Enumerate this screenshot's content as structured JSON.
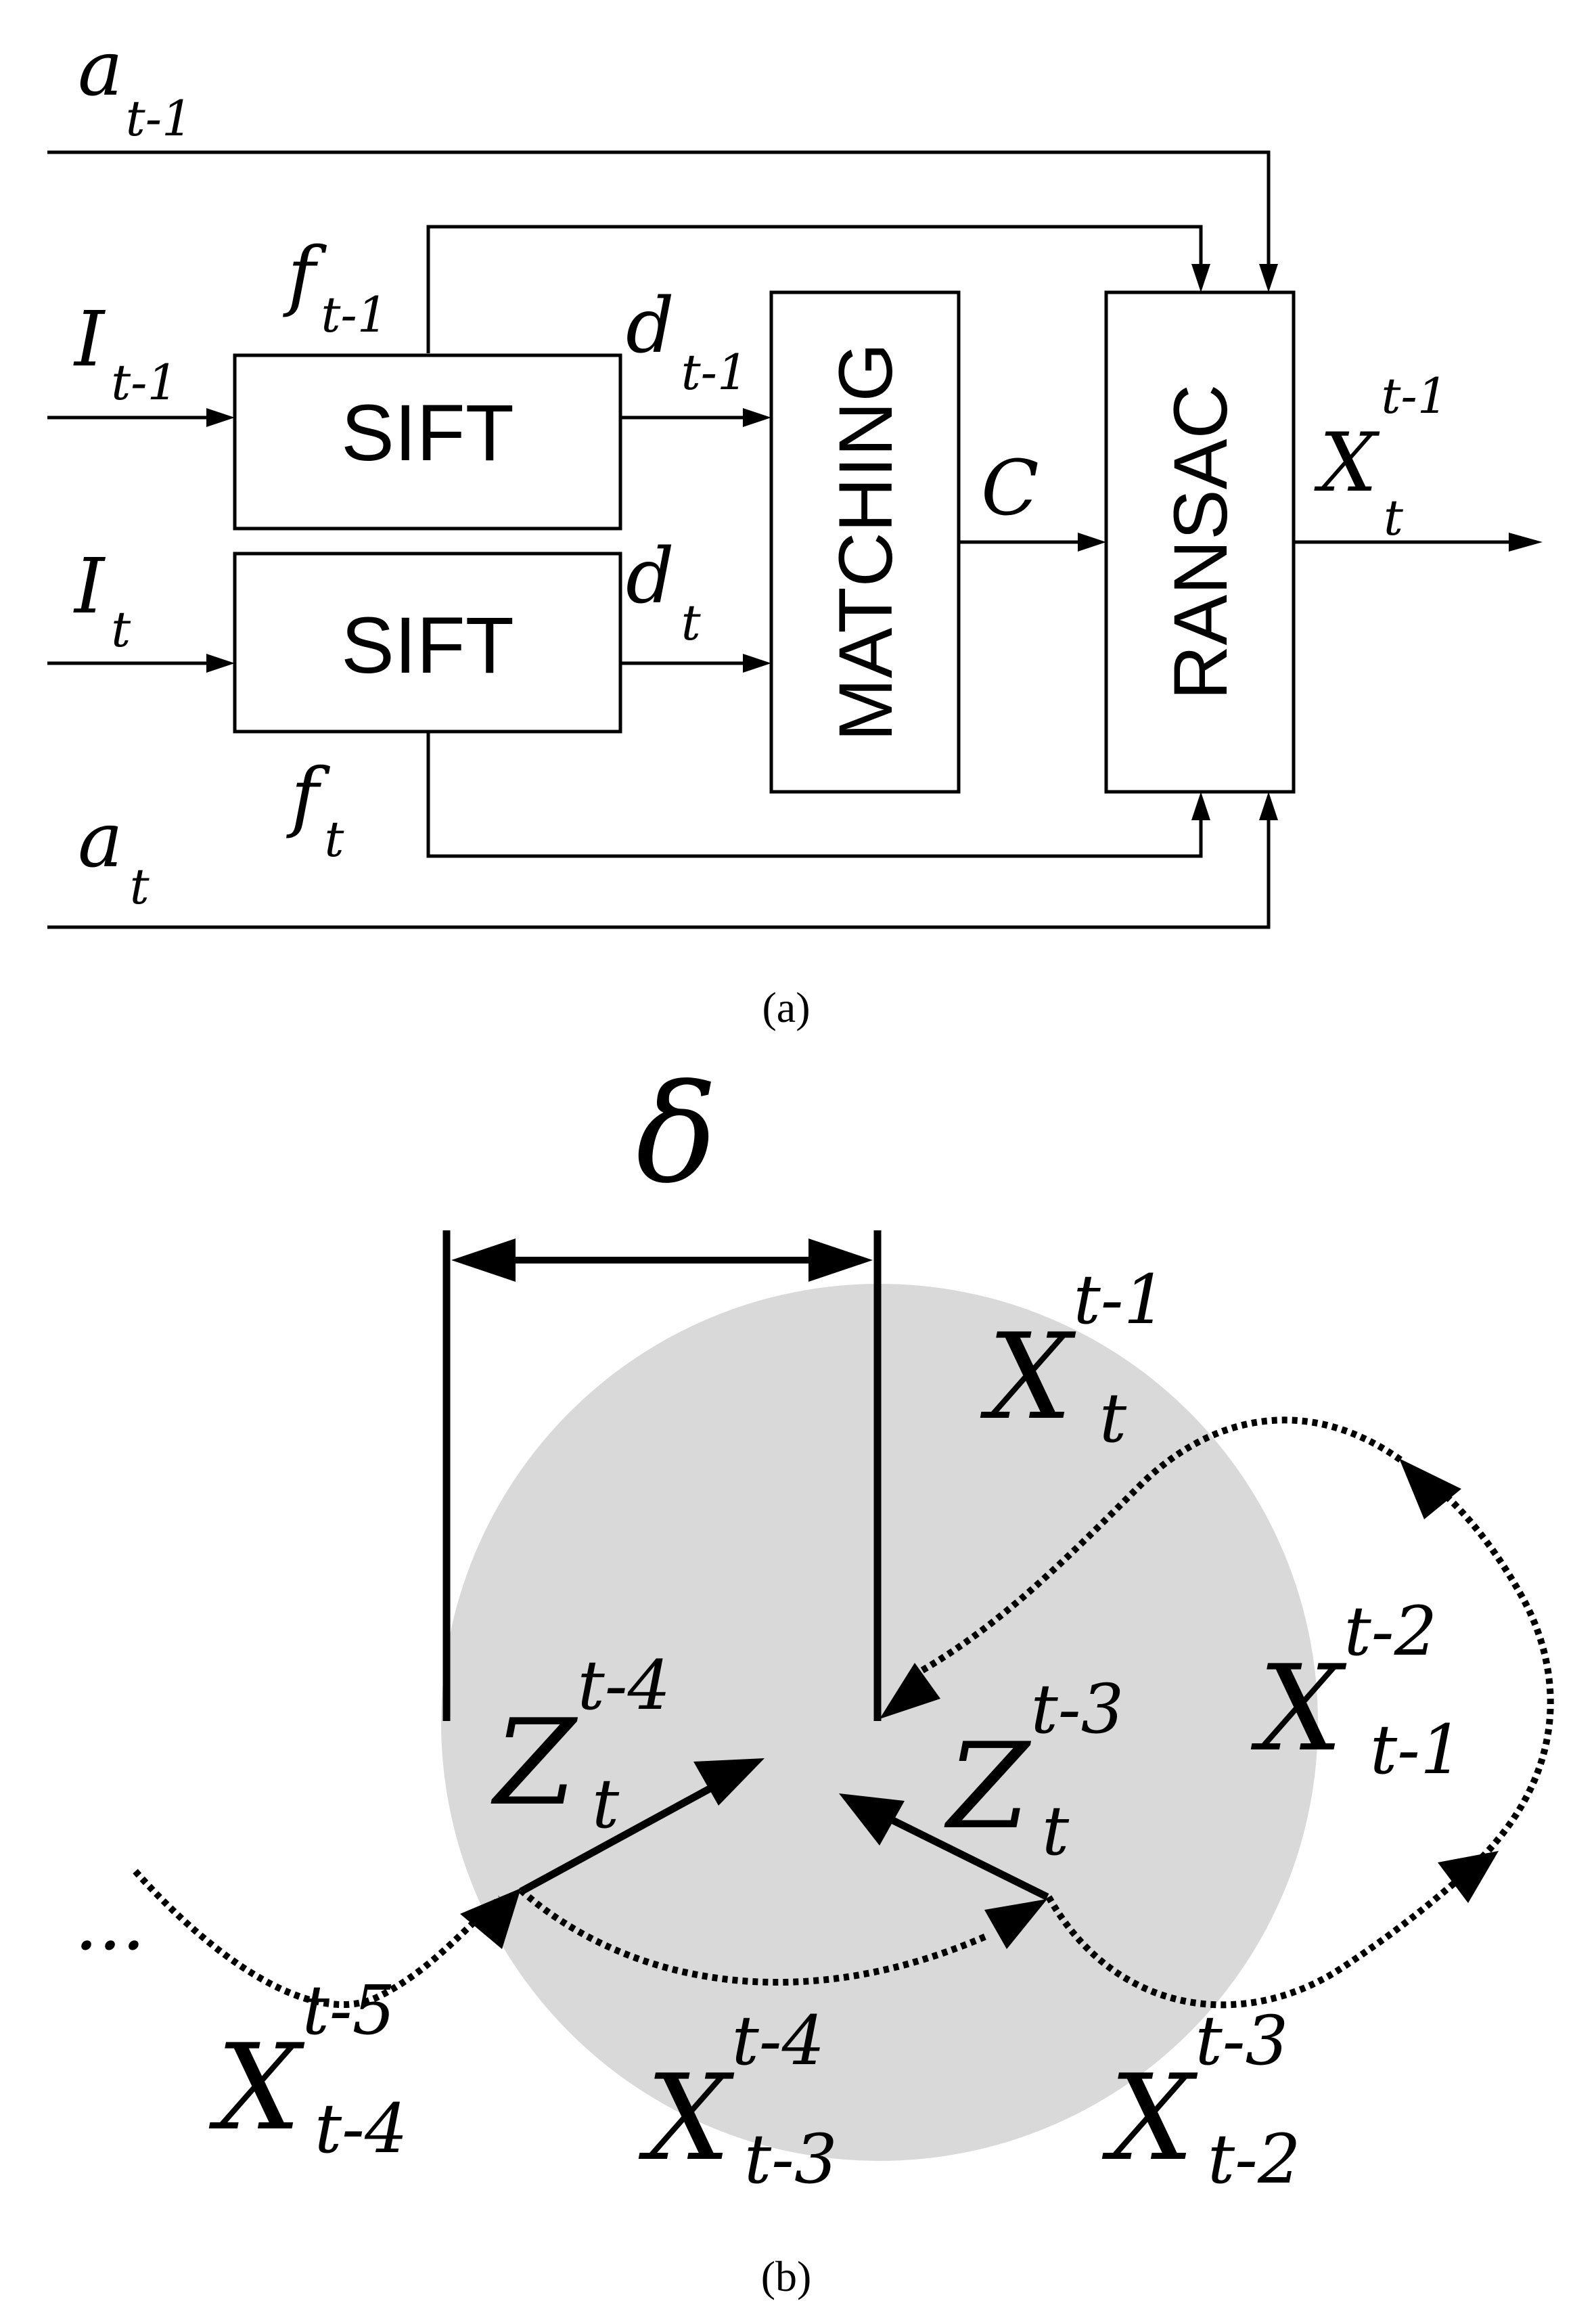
{
  "panel_a": {
    "caption": "(a)",
    "inputs": {
      "a_prev": {
        "base": "a",
        "sub": "t-1"
      },
      "i_prev": {
        "base": "I",
        "sub": "t-1"
      },
      "i_curr": {
        "base": "I",
        "sub": "t"
      },
      "a_curr": {
        "base": "a",
        "sub": "t"
      }
    },
    "signals": {
      "f_prev": {
        "base": "f",
        "sub": "t-1"
      },
      "f_curr": {
        "base": "f",
        "sub": "t"
      },
      "d_prev": {
        "base": "d",
        "sub": "t-1"
      },
      "d_curr": {
        "base": "d",
        "sub": "t"
      },
      "c": {
        "base": "C"
      },
      "x_out": {
        "base": "X",
        "sup": "t-1",
        "sub": "t"
      }
    },
    "blocks": {
      "sift_top": "SIFT",
      "sift_bottom": "SIFT",
      "matching": "MATCHING",
      "ransac": "RANSAC"
    }
  },
  "panel_b": {
    "caption": "(b)",
    "delta": "δ",
    "ellipsis": "...",
    "labels": {
      "x_t_t1": {
        "base": "X",
        "sup": "t-1",
        "sub": "t"
      },
      "x_t1_t2": {
        "base": "X",
        "sup": "t-2",
        "sub": "t-1"
      },
      "z_t4": {
        "base": "Z",
        "sup": "t-4",
        "sub": "t"
      },
      "z_t3": {
        "base": "Z",
        "sup": "t-3",
        "sub": "t"
      },
      "x_t4_t5": {
        "base": "X",
        "sup": "t-5",
        "sub": "t-4"
      },
      "x_t3_t4": {
        "base": "X",
        "sup": "t-4",
        "sub": "t-3"
      },
      "x_t2_t3": {
        "base": "X",
        "sup": "t-3",
        "sub": "t-2"
      }
    }
  }
}
